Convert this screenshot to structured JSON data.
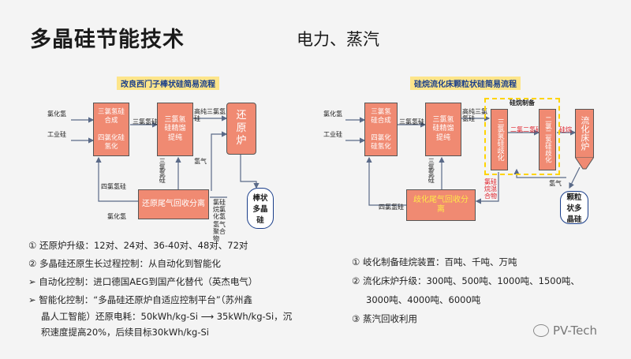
{
  "title": "多晶硅节能技术",
  "subtitle": "电力、蒸汽",
  "left_diagram": {
    "title": "改良西门子棒状硅简易流程",
    "inputs": [
      "氯化氢",
      "工业硅"
    ],
    "box1_top": "三氯氢硅合成",
    "box1_bottom": "四氯化硅氢化",
    "box2": "三氯氢硅精馏提纯",
    "box3": "还原炉",
    "box4": "还原尾气回收分离",
    "product": "棒状多晶硅",
    "label_tcs1": "三氯氢硅",
    "label_tcs2": "高纯三氯氢硅",
    "label_tcs3": "三氯氢硅",
    "label_h2": "氢气",
    "label_stc": "四氯氢硅",
    "label_hcl": "氯化氢",
    "label_offgas": "氯硅烷氯化氢氢气聚合物"
  },
  "right_diagram": {
    "title": "硅烷流化床颗粒状硅简易流程",
    "inputs": [
      "氯化氢",
      "工业硅"
    ],
    "box1_top": "三氯氢硅合成",
    "box1_bottom": "四氯化硅氢化",
    "box2": "三氯氢硅精馏提纯",
    "silane_group": "硅烷制备",
    "box_dispro1": "三氯氢硅歧化",
    "box_dispro2": "二氯二氢硅歧化",
    "box_fbr": "流化床炉",
    "box_recovery": "歧化尾气回收分离",
    "product": "颗粒状多晶硅",
    "label_tcs1": "三氯氢硅",
    "label_tcs2": "高纯三氯氢硅",
    "label_tcs3": "三氯氢硅",
    "label_dcs": "二氯二氢硅",
    "label_silane": "硅烷",
    "label_h2": "氢气",
    "label_stc": "四氯氢硅",
    "label_offgas": "氯硅烷混合物"
  },
  "left_bullets": [
    "①  还原炉升级：12对、24对、36-40对、48对、72对",
    "②  多晶硅还原生长过程控制：从自动化到智能化",
    "➢     自动化控制：进口德国AEG到国产化替代（英杰电气）",
    "➢     智能化控制：“多晶硅还原炉自适应控制平台”（苏州鑫",
    "晶人工智能）还原电耗：50kWh/kg-Si  ⟶  35kWh/kg-Si，沉",
    "积速度提高20%，后续目标30kWh/kg-Si"
  ],
  "right_bullets": [
    "①  岐化制备硅烷装置：百吨、千吨、万吨",
    "②  流化床炉升级：300吨、500吨、1000吨、1500吨、",
    "3000吨、4000吨、6000吨",
    "③  蒸汽回收利用"
  ],
  "watermark": "PV-Tech",
  "colors": {
    "box_fill": "#f08a72",
    "highlight": "#ffe84a",
    "accent_red": "#e0202a",
    "title_blue": "#1a3e8a"
  }
}
